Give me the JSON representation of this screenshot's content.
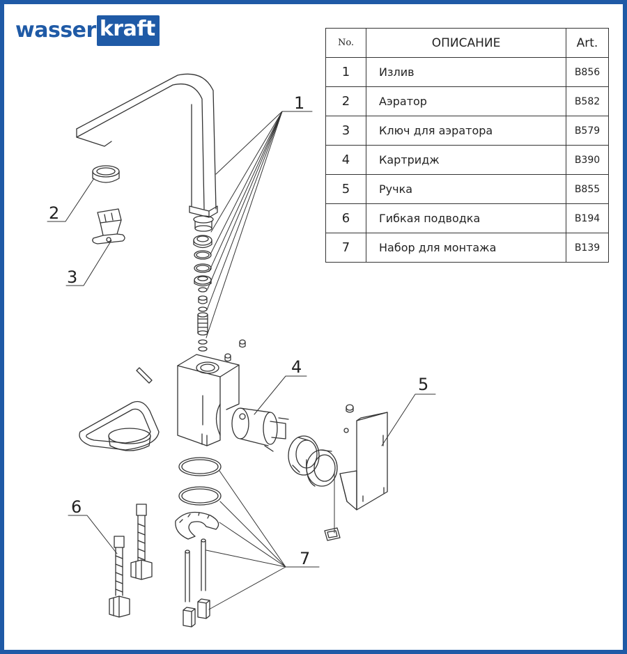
{
  "brand": {
    "part1": "wasser",
    "part2": "kraft"
  },
  "table": {
    "headers": {
      "no": "No.",
      "description": "ОПИСАНИЕ",
      "art": "Art."
    },
    "rows": [
      {
        "no": "1",
        "description": "Излив",
        "art": "B856"
      },
      {
        "no": "2",
        "description": "Аэратор",
        "art": "B582"
      },
      {
        "no": "3",
        "description": "Ключ для аэратора",
        "art": "B579"
      },
      {
        "no": "4",
        "description": "Картридж",
        "art": "B390"
      },
      {
        "no": "5",
        "description": "Ручка",
        "art": "B855"
      },
      {
        "no": "6",
        "description": "Гибкая подводка",
        "art": "B194"
      },
      {
        "no": "7",
        "description": "Набор для монтажа",
        "art": "B139"
      }
    ]
  },
  "callouts": {
    "c1": "1",
    "c2": "2",
    "c3": "3",
    "c4": "4",
    "c5": "5",
    "c6": "6",
    "c7": "7"
  },
  "colors": {
    "brand_blue": "#1f5aa6",
    "line": "#333333"
  }
}
